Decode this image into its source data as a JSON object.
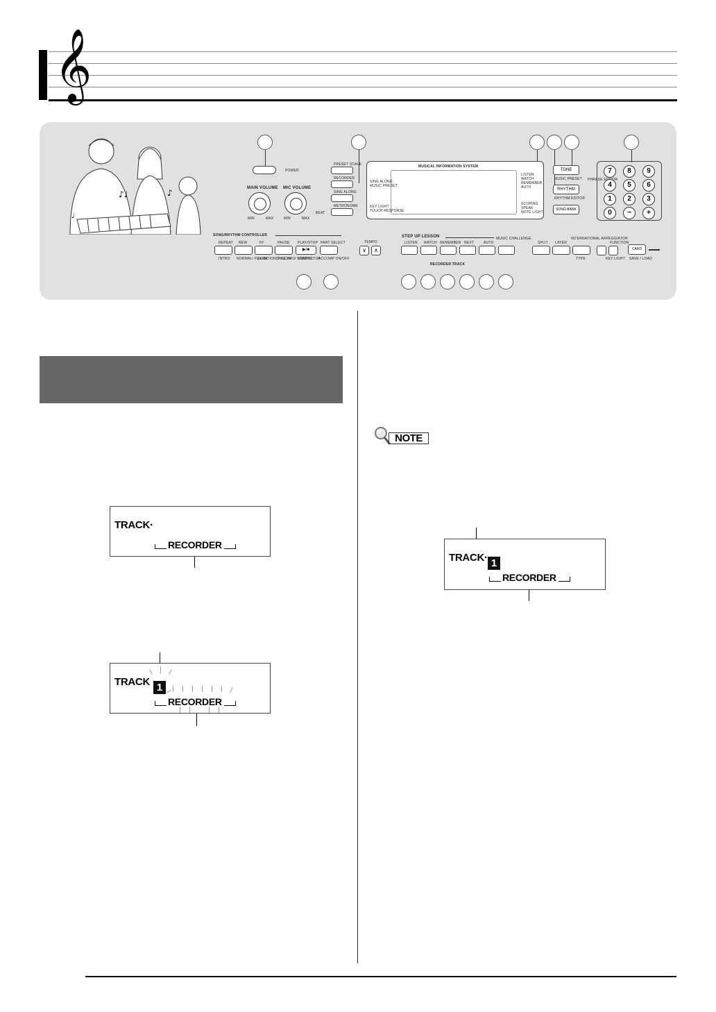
{
  "header": {
    "clef_glyph": "𝄞"
  },
  "panel": {
    "labels": {
      "power": "POWER",
      "main_volume": "MAIN VOLUME",
      "mic_volume": "MIC VOLUME",
      "min1": "MIN",
      "max1": "MAX",
      "min2": "MIN",
      "max2": "MAX",
      "preset_scale": "PRESET SCALE",
      "recorder": "RECORDER",
      "sing_along": "SING ALONG",
      "metronome": "METRONOME",
      "beat": "BEAT",
      "mis_title": "MUSICAL INFORMATION SYSTEM",
      "lcd_left1": "SING ALONG",
      "lcd_left2": "MUSIC PRESET",
      "lcd_left3": "KEY LIGHT",
      "lcd_left4": "TOUCH RESPONSE",
      "lcd_right1": "LISTEN",
      "lcd_right2": "WATCH",
      "lcd_right3": "REMEMBER",
      "lcd_right4": "AUTO",
      "lcd_right5": "SCORING",
      "lcd_right6": "SPEAK",
      "lcd_right7": "NOTE LIGHT",
      "tone": "TONE",
      "music_preset": "MUSIC PRESET",
      "rhythm": "RHYTHM",
      "rhythm_editor": "RHYTHM EDITOR",
      "song_bank": "SONG BANK",
      "phrase_edit": "PHRASE EDITOR",
      "song_rhythm_controller": "SONG/RHYTHM CONTROLLER",
      "repeat": "REPEAT",
      "rew": "REW",
      "ff": "FF",
      "pause": "PAUSE",
      "play_stop": "PLAY/STOP",
      "part_select": "PART SELECT",
      "intro": "INTRO",
      "normal_fillin": "NORMAL/ FILL-IN",
      "variation_fillin": "VARIATION/ FILL-IN",
      "synchro_ending": "SYNCHRO/ ENDING",
      "start_stop": "START/STOP",
      "accomp_onoff": "ACCOMP ON/OFF",
      "tempo": "TEMPO",
      "step_up_lesson": "STEP UP LESSON",
      "listen": "LISTEN",
      "watch": "WATCH",
      "remember": "REMEMBER",
      "next": "NEXT",
      "auto": "AUTO",
      "music_challenge": "MUSIC CHALLENGE",
      "split": "SPLIT",
      "layer": "LAYER",
      "arpeggiator": "INTERNATIONAL ARPEGGIATOR",
      "function": "FUNCTION",
      "card": "CARD",
      "records_track": "RECORDER TRACK",
      "type": "TYPE",
      "key_light": "KEY LIGHT",
      "save_load": "SAVE / LOAD"
    },
    "numpad": [
      "7",
      "8",
      "9",
      "4",
      "5",
      "6",
      "1",
      "2",
      "3",
      "0",
      "−",
      "+"
    ],
    "tempo_down": "∨",
    "tempo_up": "∧",
    "play_symbol": "▶/■"
  },
  "lcd1": {
    "track": "TRACK·",
    "recorder": "RECORDER"
  },
  "lcd2": {
    "track": "TRACK",
    "track_number": "1",
    "recorder": "RECORDER"
  },
  "lcd3": {
    "track": "TRACK·",
    "track_number": "1",
    "recorder": "RECORDER"
  },
  "note": {
    "label": "NOTE"
  }
}
